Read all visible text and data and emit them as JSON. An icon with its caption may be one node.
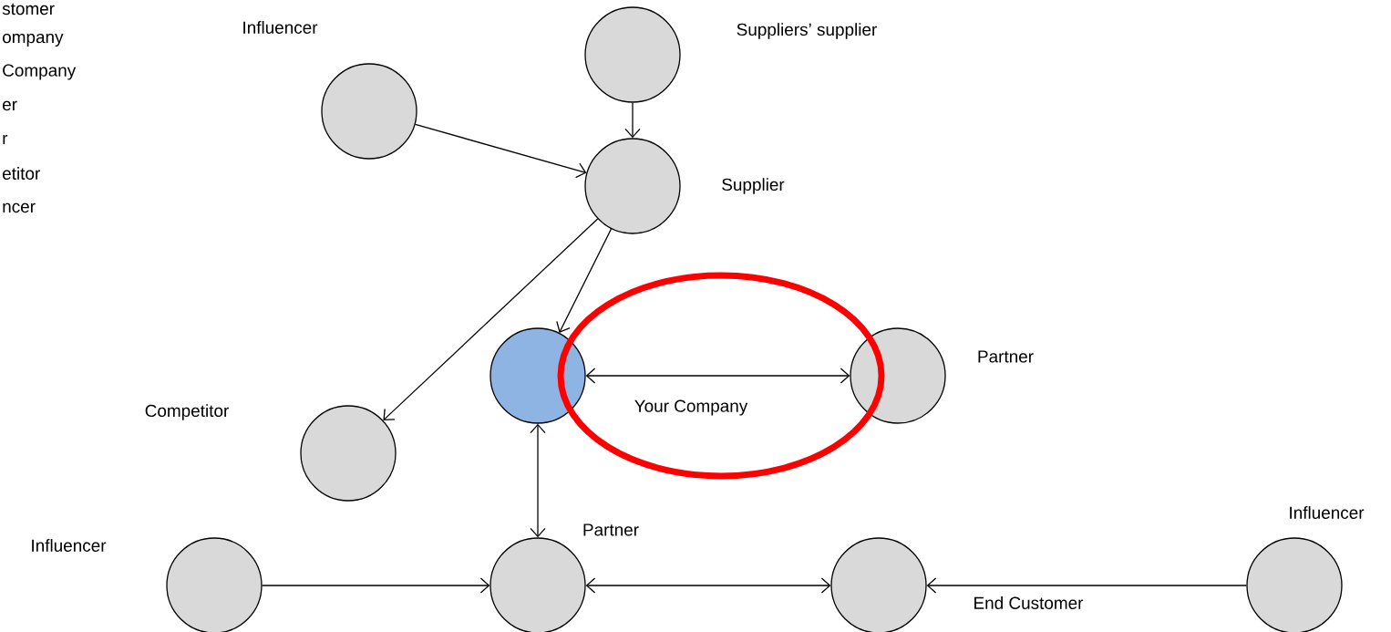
{
  "diagram": {
    "nodes": [
      {
        "text": [],
        "shape": "circle",
        "beside": [
          "Influencer"
        ]
      },
      {
        "text": [],
        "shape": "circle",
        "beside": [
          "Suppliers’ supplier"
        ]
      },
      {
        "text": [],
        "shape": "circle",
        "beside": [
          "Supplier"
        ]
      },
      {
        "text": [],
        "shape": "circle",
        "beside": [
          "Your Company"
        ]
      },
      {
        "text": [],
        "shape": "circle",
        "beside": [
          "Partner"
        ]
      },
      {
        "text": [],
        "shape": "circle"
      },
      {
        "text": [],
        "shape": "circle",
        "beside": [
          "Influencer"
        ]
      },
      {
        "text": [],
        "shape": "circle",
        "beside": [
          "Partner"
        ]
      },
      {
        "text": [],
        "shape": "circle",
        "beside": [
          "End Customer"
        ]
      },
      {
        "text": [],
        "shape": "circle",
        "beside": [
          "Influencer"
        ]
      }
    ],
    "edges": [
      {
        "from": 0,
        "to": 2,
        "arrow": "to"
      },
      {
        "from": 1,
        "to": 2,
        "arrow": "to"
      },
      {
        "from": 2,
        "to": 3,
        "arrow": "to"
      },
      {
        "from": 2,
        "to": 5,
        "arrow": "to"
      },
      {
        "from": 3,
        "to": 4,
        "arrow": "both"
      },
      {
        "from": 3,
        "to": 7,
        "arrow": "both"
      },
      {
        "from": 6,
        "to": 7,
        "arrow": "to"
      },
      {
        "from": 7,
        "to": 8,
        "arrow": "both"
      },
      {
        "from": 9,
        "to": 8,
        "arrow": "to"
      }
    ],
    "labels": [
      "stomer",
      "ompany",
      "Company",
      "er",
      "r",
      "etitor",
      "ncer",
      "Competitor"
    ]
  }
}
